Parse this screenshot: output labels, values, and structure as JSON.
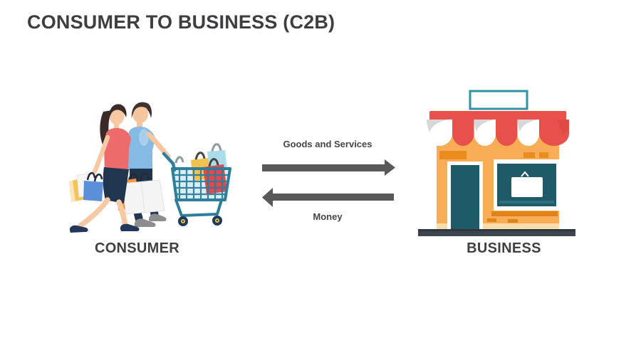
{
  "slide": {
    "title": "CONSUMER TO BUSINESS (C2B)"
  },
  "diagram": {
    "consumer": {
      "label": "CONSUMER",
      "illustration": "couple-with-shopping-bags-and-cart"
    },
    "business": {
      "label": "BUSINESS",
      "illustration": "storefront-with-awning"
    },
    "flow_top": {
      "label": "Goods and Services",
      "direction": "consumer-to-business"
    },
    "flow_bottom": {
      "label": "Money",
      "direction": "business-to-consumer"
    }
  },
  "colors": {
    "background": "#FFFFFF",
    "title_text": "#3E3E40",
    "label_text": "#404040",
    "arrow_gray": "#595959",
    "awning_red": "#E8514B",
    "facade_orange": "#F7AC55",
    "accent_orange": "#E98C1D",
    "store_teal": "#1E5A68",
    "sign_border_teal": "#2D93A5",
    "cart_teal": "#2E7D9B",
    "coral_top": "#EE6B6B",
    "shirt_blue": "#85BAE4",
    "navy": "#20354E",
    "skin": "#F5C5A0",
    "ground_bar": "#3E454E"
  }
}
